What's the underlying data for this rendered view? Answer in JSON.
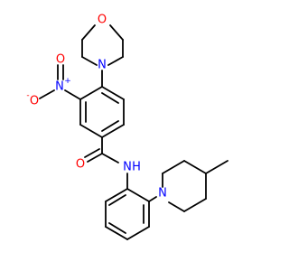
{
  "colors": {
    "bond": "#000000",
    "O": "#ff0000",
    "N": "#0000ff",
    "background": "#ffffff"
  },
  "atoms": [
    {
      "id": "O_morph",
      "label": "O",
      "element": "O"
    },
    {
      "id": "N_morph",
      "label": "N",
      "element": "N"
    },
    {
      "id": "O_nitro_minus",
      "label": "O",
      "element": "O",
      "charge": "-"
    },
    {
      "id": "N_nitro",
      "label": "N",
      "element": "N",
      "charge": "+"
    },
    {
      "id": "O_nitro",
      "label": "O",
      "element": "O"
    },
    {
      "id": "O_amide",
      "label": "O",
      "element": "O"
    },
    {
      "id": "N_amide",
      "label": "N",
      "element": "N"
    },
    {
      "id": "H_amide",
      "label": "H",
      "element": "N"
    },
    {
      "id": "N_pip",
      "label": "N",
      "element": "N"
    }
  ]
}
